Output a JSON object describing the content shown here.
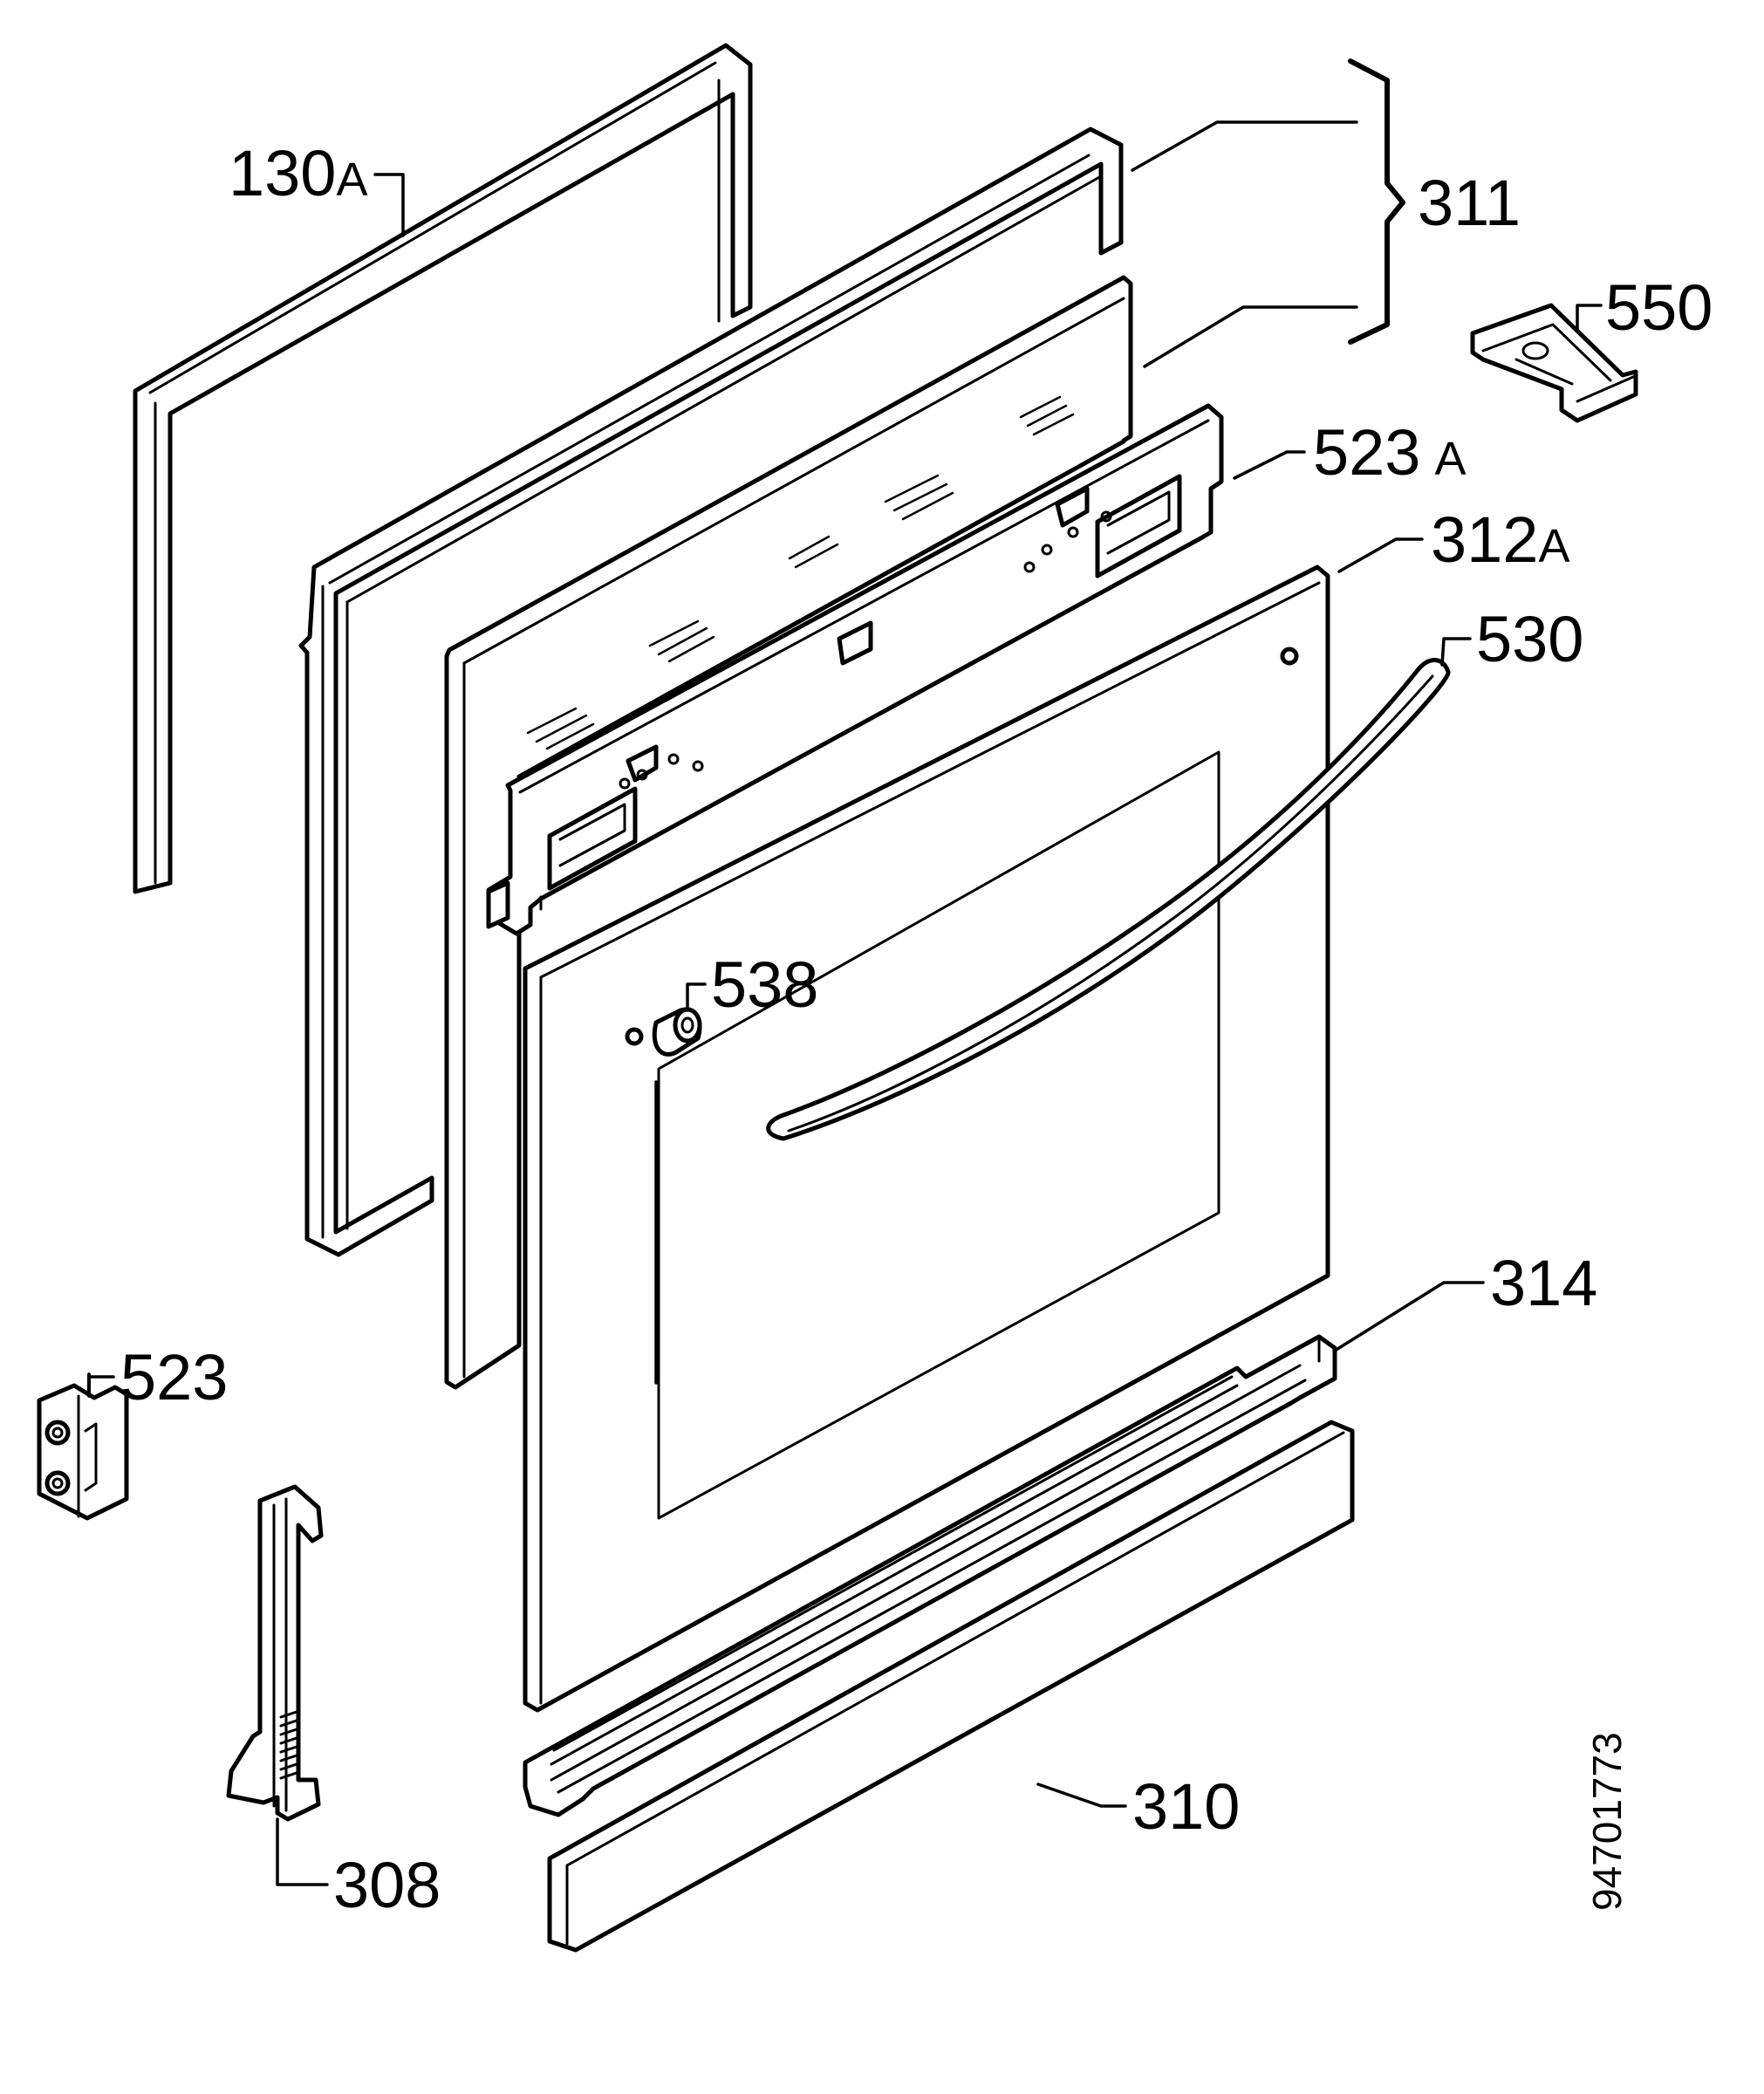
{
  "diagram": {
    "parts": [
      {
        "id": "130",
        "suffix": "A"
      },
      {
        "id": "311",
        "suffix": ""
      },
      {
        "id": "550",
        "suffix": ""
      },
      {
        "id": "523",
        "suffix": "A"
      },
      {
        "id": "312",
        "suffix": "A"
      },
      {
        "id": "530",
        "suffix": ""
      },
      {
        "id": "538",
        "suffix": ""
      },
      {
        "id": "314",
        "suffix": ""
      },
      {
        "id": "523",
        "suffix": ""
      },
      {
        "id": "310",
        "suffix": ""
      },
      {
        "id": "308",
        "suffix": ""
      }
    ],
    "document_number": "94701773"
  }
}
